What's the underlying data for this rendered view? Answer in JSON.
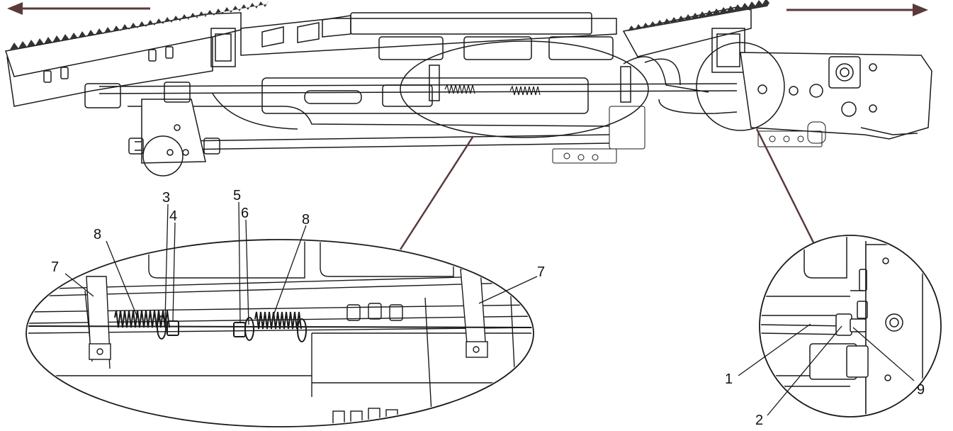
{
  "diagram": {
    "callouts": {
      "left_7": "7",
      "left_8": "8",
      "label_3": "3",
      "label_4": "4",
      "label_5": "5",
      "label_6": "6",
      "right_8": "8",
      "right_7": "7",
      "label_1": "1",
      "label_2": "2",
      "label_9": "9"
    },
    "arrows": [
      "left",
      "right"
    ],
    "colors": {
      "line": "#1a1a1a",
      "arrow": "#5a3a3a",
      "background": "#ffffff"
    }
  }
}
